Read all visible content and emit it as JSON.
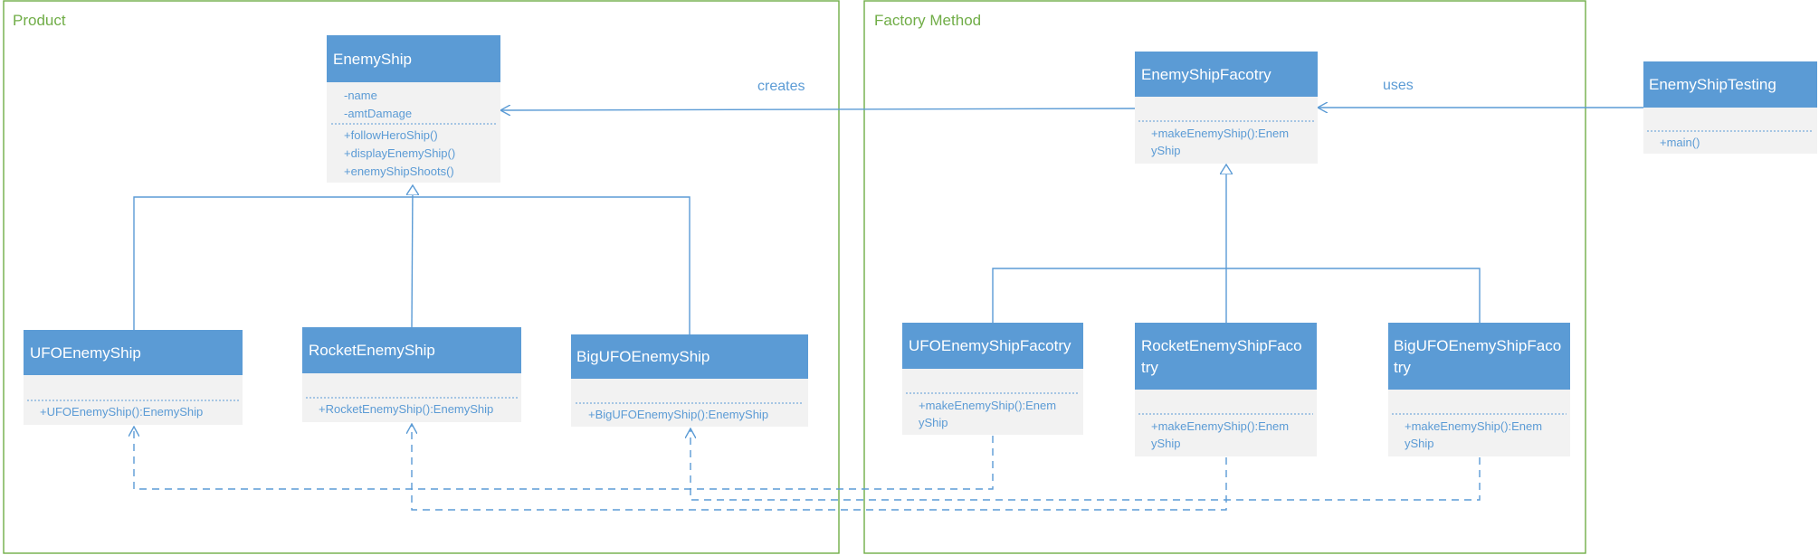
{
  "colors": {
    "package": "#70ad47",
    "class_header": "#5b9bd5",
    "class_body": "#f2f2f2",
    "connector": "#5b9bd5"
  },
  "packages": {
    "product": "Product",
    "factory": "Factory Method"
  },
  "classes": {
    "enemy_ship": {
      "name": "EnemyShip",
      "attributes": [
        "-name",
        "-amtDamage"
      ],
      "methods": [
        "+followHeroShip()",
        "+displayEnemyShip()",
        "+enemyShipShoots()"
      ]
    },
    "ufo_enemy_ship": {
      "name": "UFOEnemyShip",
      "methods": [
        "+UFOEnemyShip():EnemyShip"
      ]
    },
    "rocket_enemy_ship": {
      "name": "RocketEnemyShip",
      "methods": [
        "+RocketEnemyShip():EnemyShip"
      ]
    },
    "big_ufo_enemy_ship": {
      "name": "BigUFOEnemyShip",
      "methods": [
        "+BigUFOEnemyShip():EnemyShip"
      ]
    },
    "enemy_ship_factory": {
      "name": "EnemyShipFacotry",
      "methods": [
        "+makeEnemyShip():Enem",
        "yShip"
      ]
    },
    "ufo_factory": {
      "name": "UFOEnemyShipFacotry",
      "methods": [
        "+makeEnemyShip():Enem",
        "yShip"
      ]
    },
    "rocket_factory": {
      "name_lines": [
        "RocketEnemyShipFaco",
        "try"
      ],
      "methods": [
        "+makeEnemyShip():Enem",
        "yShip"
      ]
    },
    "big_ufo_factory": {
      "name_lines": [
        "BigUFOEnemyShipFaco",
        "try"
      ],
      "methods": [
        "+makeEnemyShip():Enem",
        "yShip"
      ]
    },
    "testing": {
      "name": "EnemyShipTesting",
      "methods": [
        "+main()"
      ]
    }
  },
  "relations": {
    "creates": "creates",
    "uses": "uses"
  }
}
